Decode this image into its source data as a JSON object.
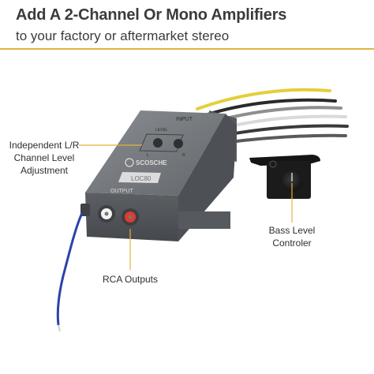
{
  "header": {
    "title": "Add A 2-Channel Or Mono Amplifiers",
    "subtitle": "to your factory or aftermarket stereo"
  },
  "device": {
    "input_label": "INPUT",
    "output_label": "OUTPUT",
    "level_label": "LEVEL",
    "left_label": "L",
    "right_label": "R",
    "brand_label": "SCOSCHE",
    "model_label": "LOC80"
  },
  "callouts": {
    "level_line1": "Independent L/R",
    "level_line2": "Channel Level",
    "level_line3": "Adjustment",
    "rca": "RCA Outputs",
    "bass_line1": "Bass Level",
    "bass_line2": "Controler"
  },
  "colors": {
    "accent": "#e2b33f",
    "body": "#6c6f73",
    "remote_wire": "#2a43a8"
  }
}
